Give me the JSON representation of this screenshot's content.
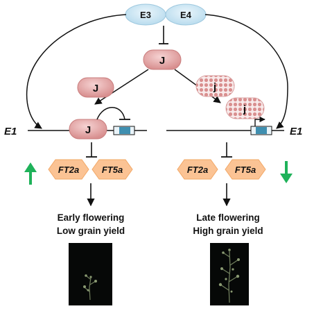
{
  "regulators": {
    "e3": "E3",
    "e4": "E4"
  },
  "protein": {
    "j_top": "J",
    "j_left": "J",
    "j_bound": "J",
    "j_mutant_1": "j",
    "j_mutant_2": "j"
  },
  "locus": {
    "left": "E1",
    "right": "E1"
  },
  "targets": {
    "left": [
      "FT2a",
      "FT5a"
    ],
    "right": [
      "FT2a",
      "FT5a"
    ]
  },
  "outcome": {
    "left": {
      "line1": "Early flowering",
      "line2": "Low grain yield"
    },
    "right": {
      "line1": "Late flowering",
      "line2": "High grain yield"
    }
  },
  "colors": {
    "e_oval": "#cfe6f3",
    "j_protein": "#e8a8a8",
    "mutant_dots": "#d98f8f",
    "ft_hexagon": "#fbc394",
    "up_arrow": "#1fb25a",
    "down_arrow": "#1fb25a",
    "promoter_box": "#3f8fb0"
  },
  "icons": {
    "left_trend": "arrow-up-icon",
    "right_trend": "arrow-down-icon"
  }
}
